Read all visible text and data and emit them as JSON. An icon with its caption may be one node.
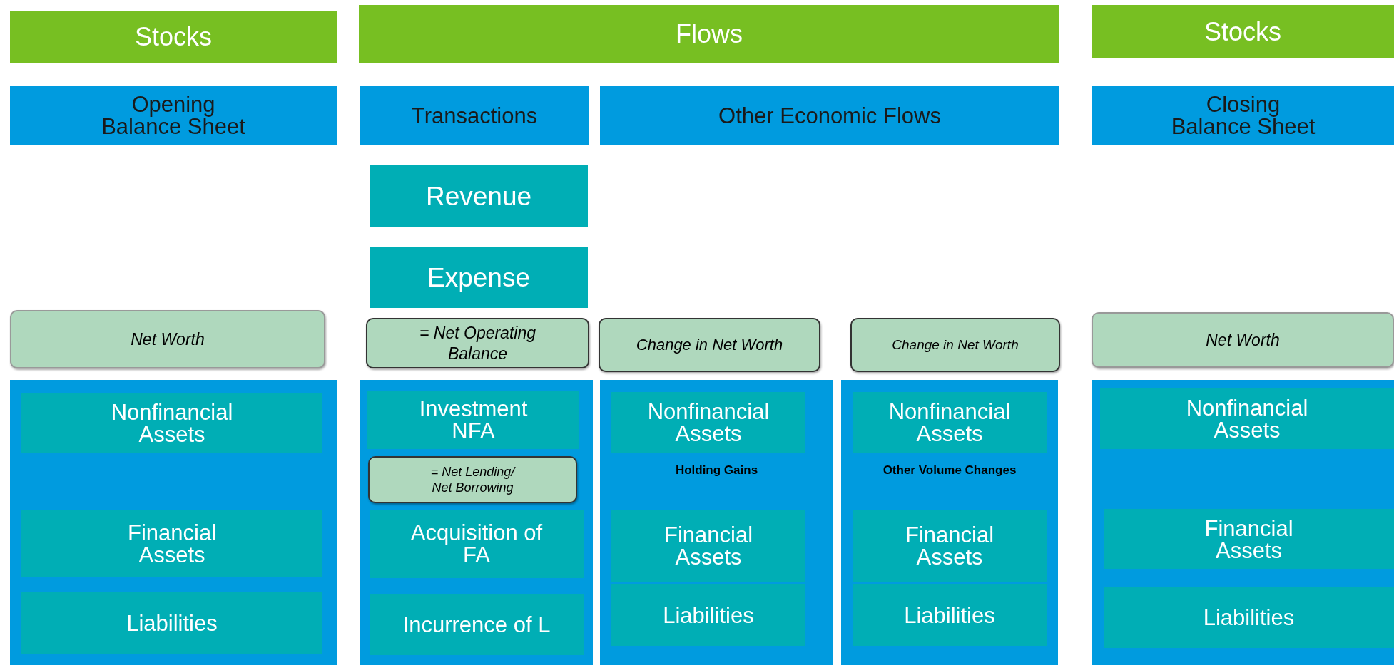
{
  "diagram": {
    "nodes": [
      {
        "text": [
          "Stocks"
        ]
      },
      {
        "text": [
          "Flows"
        ]
      },
      {
        "text": [
          "Stocks"
        ]
      },
      {
        "text": [
          "Opening Balance Sheet"
        ]
      },
      {
        "text": [
          "Transactions"
        ]
      },
      {
        "text": [
          "Other Economic Flows"
        ]
      },
      {
        "text": [
          "Closing Balance Sheet"
        ]
      },
      {
        "text": [
          "Revenue"
        ]
      },
      {
        "text": [
          "Expense"
        ]
      },
      {
        "text": [
          "Net Worth"
        ]
      },
      {
        "text": [
          "= Net Operating Balance"
        ]
      },
      {
        "text": [
          "Change in Net Worth"
        ]
      },
      {
        "text": [
          "Change in Net Worth"
        ]
      },
      {
        "text": [
          "Net Worth"
        ]
      },
      {
        "text": [],
        "shape": "box"
      },
      {
        "text": [
          "Nonfinancial Assets"
        ],
        "in": 14
      },
      {
        "text": [
          "Financial Assets"
        ],
        "in": 14
      },
      {
        "text": [
          "Liabilities"
        ],
        "in": 14
      },
      {
        "text": [],
        "shape": "box"
      },
      {
        "text": [
          "Investment NFA"
        ],
        "in": 18
      },
      {
        "text": [
          "= Net Lending/ Net Borrowing"
        ],
        "in": 18
      },
      {
        "text": [
          "Acquisition of FA"
        ],
        "in": 18
      },
      {
        "text": [
          "Incurrence of L"
        ],
        "in": 18
      },
      {
        "text": [],
        "shape": "box"
      },
      {
        "text": [
          "Nonfinancial Assets"
        ],
        "in": 23
      },
      {
        "text": [
          "Financial Assets"
        ],
        "in": 23
      },
      {
        "text": [
          "Liabilities"
        ],
        "in": 23
      },
      {
        "text": [],
        "shape": "box"
      },
      {
        "text": [
          "Nonfinancial Assets"
        ],
        "in": 27
      },
      {
        "text": [
          "Financial Assets"
        ],
        "in": 27
      },
      {
        "text": [
          "Liabilities"
        ],
        "in": 27
      },
      {
        "text": [],
        "shape": "box"
      },
      {
        "text": [
          "Nonfinancial Assets"
        ],
        "in": 31
      },
      {
        "text": [
          "Financial Assets"
        ],
        "in": 31
      },
      {
        "text": [
          "Liabilities"
        ],
        "in": 31
      }
    ],
    "labels": [
      "Holding Gains",
      "Other Volume Changes"
    ]
  }
}
